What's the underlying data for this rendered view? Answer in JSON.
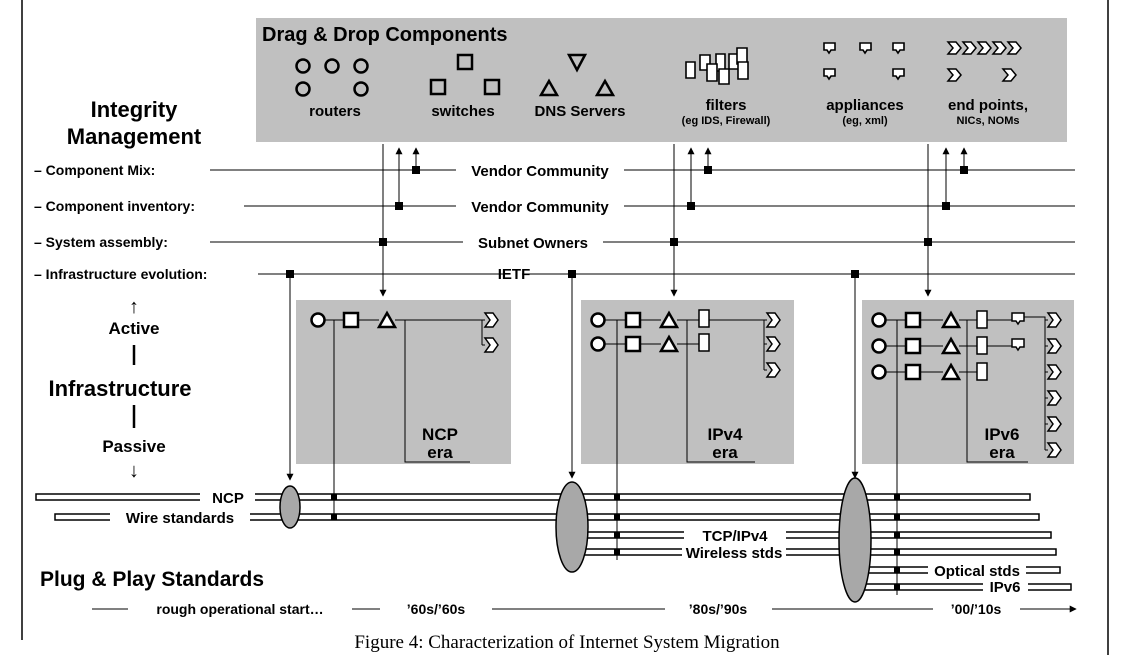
{
  "palette": {
    "box": "#c0c0c0",
    "ellipse": "#a8a8a8",
    "line": "#000000"
  },
  "palette_header": {
    "title": "Drag & Drop Components",
    "groups": [
      {
        "label": "routers",
        "sub": ""
      },
      {
        "label": "switches",
        "sub": ""
      },
      {
        "label": "DNS Servers",
        "sub": ""
      },
      {
        "label": "filters",
        "sub": "(eg IDS, Firewall)"
      },
      {
        "label": "appliances",
        "sub": "(eg, xml)"
      },
      {
        "label": "end points,",
        "sub": "NICs, NOMs"
      }
    ]
  },
  "integrity": {
    "title_line1": "Integrity",
    "title_line2": "Management",
    "rows": [
      {
        "label": "– Component Mix:",
        "owner": "Vendor Community"
      },
      {
        "label": "– Component inventory:",
        "owner": "Vendor Community"
      },
      {
        "label": "– System assembly:",
        "owner": "Subnet Owners"
      },
      {
        "label": "– Infrastructure evolution:",
        "owner": "IETF"
      }
    ]
  },
  "infrastructure": {
    "active": "Active",
    "title": "Infrastructure",
    "passive": "Passive",
    "up_arrow": "↑",
    "down_arrow": "↓"
  },
  "eras": [
    {
      "name": "NCP",
      "suffix": "era"
    },
    {
      "name": "IPv4",
      "suffix": "era"
    },
    {
      "name": "IPv6",
      "suffix": "era"
    }
  ],
  "standards": {
    "title": "Plug & Play Standards",
    "bars": [
      "NCP",
      "Wire standards",
      "TCP/IPv4",
      "Wireless stds",
      "Optical stds",
      "IPv6"
    ]
  },
  "timeline": {
    "start": "rough operational start…",
    "e1": "’60s/’60s",
    "e2": "’80s/’90s",
    "e3": "’00/’10s"
  },
  "caption": "Figure 4: Characterization of Internet System Migration"
}
